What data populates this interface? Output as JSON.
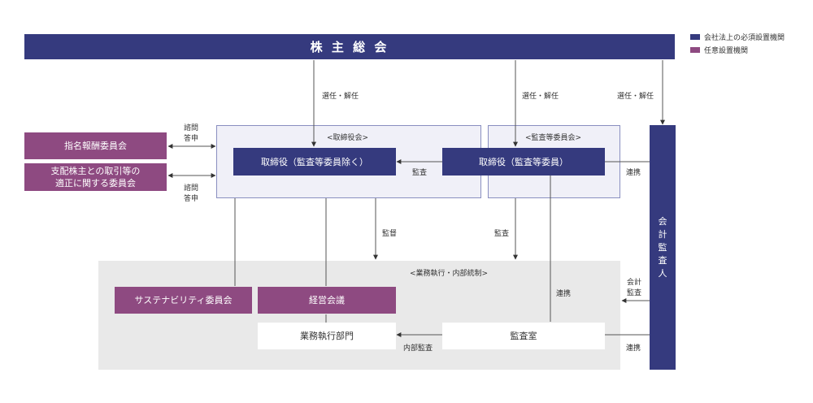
{
  "legend": {
    "statutory": {
      "label": "会社法上の必須設置機関",
      "color": "#353a7e"
    },
    "optional": {
      "label": "任意設置機関",
      "color": "#8e4a81"
    }
  },
  "nodes": {
    "shareholders_meeting": "株 主 総 会",
    "board_group_label": "<取締役会>",
    "directors": "取締役（監査等委員除く）",
    "audit_group_label": "<監査等委員会>",
    "audit_directors": "取締役（監査等委員）",
    "nomination_committee": "指名報酬委員会",
    "related_party_committee_line1": "支配株主との取引等の",
    "related_party_committee_line2": "適正に関する委員会",
    "execution_group_label": "<業務執行・内部統制>",
    "sustainability_committee": "サステナビリティ委員会",
    "management_meeting": "経営会議",
    "business_execution": "業務執行部門",
    "audit_office": "監査室",
    "accounting_auditor": [
      "会",
      "計",
      "監",
      "査",
      "人"
    ]
  },
  "edges": {
    "elect_dismiss_1": "選任・解任",
    "elect_dismiss_2": "選任・解任",
    "elect_dismiss_3": "選任・解任",
    "consult_1_a": "諮問",
    "consult_1_b": "答申",
    "consult_2_a": "諮問",
    "consult_2_b": "答申",
    "audit_board": "監査",
    "cooperation_1": "連携",
    "supervision": "監督",
    "audit_execution": "監査",
    "cooperation_2": "連携",
    "accounting_audit_a": "会計",
    "accounting_audit_b": "監査",
    "internal_audit": "内部監査",
    "cooperation_3": "連携"
  }
}
